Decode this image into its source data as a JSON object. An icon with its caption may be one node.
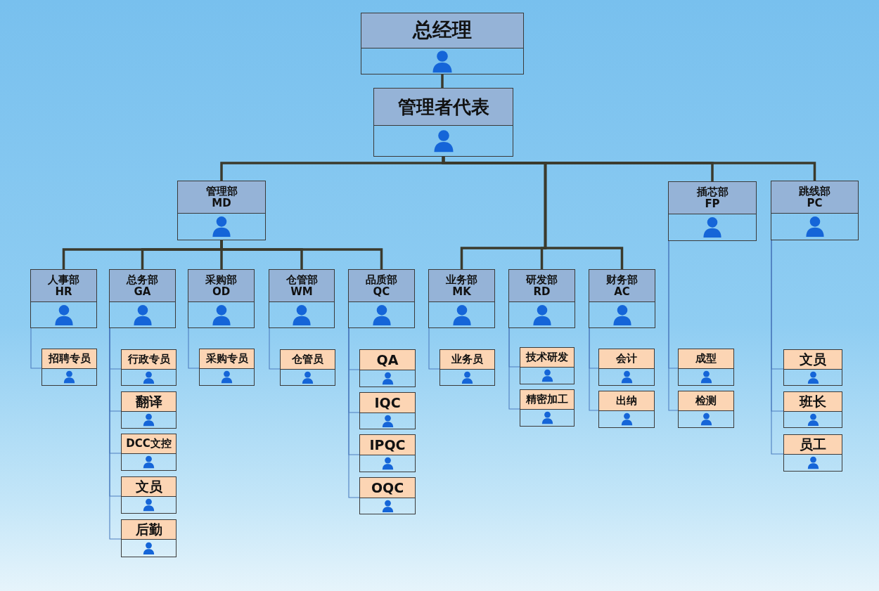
{
  "diagram": {
    "nodes": [
      {
        "text": [
          "总经理"
        ]
      },
      {
        "text": [
          "管理者代表"
        ]
      },
      {
        "text": [
          "管理部 MD"
        ]
      },
      {
        "text": [
          "插芯部 FP"
        ]
      },
      {
        "text": [
          "跳线部 PC"
        ]
      },
      {
        "text": [
          "人事部 HR"
        ]
      },
      {
        "text": [
          "总务部 GA"
        ]
      },
      {
        "text": [
          "采购部 OD"
        ]
      },
      {
        "text": [
          "仓管部 WM"
        ]
      },
      {
        "text": [
          "品质部 QC"
        ]
      },
      {
        "text": [
          "业务部 MK"
        ]
      },
      {
        "text": [
          "研发部 RD"
        ]
      },
      {
        "text": [
          "财务部 AC"
        ]
      },
      {
        "text": [
          "招聘专员"
        ]
      },
      {
        "text": [
          "行政专员"
        ]
      },
      {
        "text": [
          "翻译"
        ]
      },
      {
        "text": [
          "DCC文控"
        ]
      },
      {
        "text": [
          "文员"
        ]
      },
      {
        "text": [
          "后勤"
        ]
      },
      {
        "text": [
          "采购专员"
        ]
      },
      {
        "text": [
          "仓管员"
        ]
      },
      {
        "text": [
          "QA"
        ]
      },
      {
        "text": [
          "IQC"
        ]
      },
      {
        "text": [
          "IPQC"
        ]
      },
      {
        "text": [
          "OQC"
        ]
      },
      {
        "text": [
          "业务员"
        ]
      },
      {
        "text": [
          "技术研发"
        ]
      },
      {
        "text": [
          "精密加工"
        ]
      },
      {
        "text": [
          "会计"
        ]
      },
      {
        "text": [
          "出纳"
        ]
      },
      {
        "text": [
          "成型"
        ]
      },
      {
        "text": [
          "检测"
        ]
      },
      {
        "text": [
          "文员"
        ]
      },
      {
        "text": [
          "班长"
        ]
      },
      {
        "text": [
          "员工"
        ]
      }
    ],
    "edges": [
      {
        "from": 0,
        "to": 1,
        "arrow": "none",
        "style": "thick",
        "color": "#3b3a2c"
      },
      {
        "from": 1,
        "to": 2,
        "arrow": "none",
        "style": "thick",
        "color": "#3b3a2c"
      },
      {
        "from": 1,
        "to": 10,
        "arrow": "none",
        "style": "thick",
        "color": "#3b3a2c"
      },
      {
        "from": 1,
        "to": 11,
        "arrow": "none",
        "style": "thick",
        "color": "#3b3a2c"
      },
      {
        "from": 1,
        "to": 12,
        "arrow": "none",
        "style": "thick",
        "color": "#3b3a2c"
      },
      {
        "from": 1,
        "to": 3,
        "arrow": "none",
        "style": "thick",
        "color": "#3b3a2c"
      },
      {
        "from": 1,
        "to": 4,
        "arrow": "none",
        "style": "thick",
        "color": "#3b3a2c"
      },
      {
        "from": 2,
        "to": 5,
        "arrow": "none",
        "style": "thick",
        "color": "#3b3a2c"
      },
      {
        "from": 2,
        "to": 6,
        "arrow": "none",
        "style": "thick",
        "color": "#3b3a2c"
      },
      {
        "from": 2,
        "to": 7,
        "arrow": "none",
        "style": "thick",
        "color": "#3b3a2c"
      },
      {
        "from": 2,
        "to": 8,
        "arrow": "none",
        "style": "thick",
        "color": "#3b3a2c"
      },
      {
        "from": 2,
        "to": 9,
        "arrow": "none",
        "style": "thick",
        "color": "#3b3a2c"
      },
      {
        "from": 5,
        "to": 13,
        "arrow": "none"
      },
      {
        "from": 6,
        "to": 14,
        "arrow": "none"
      },
      {
        "from": 6,
        "to": 15,
        "arrow": "none"
      },
      {
        "from": 6,
        "to": 16,
        "arrow": "none"
      },
      {
        "from": 6,
        "to": 17,
        "arrow": "none"
      },
      {
        "from": 6,
        "to": 18,
        "arrow": "none"
      },
      {
        "from": 7,
        "to": 19,
        "arrow": "none"
      },
      {
        "from": 8,
        "to": 20,
        "arrow": "none"
      },
      {
        "from": 9,
        "to": 21,
        "arrow": "none"
      },
      {
        "from": 9,
        "to": 22,
        "arrow": "none"
      },
      {
        "from": 9,
        "to": 23,
        "arrow": "none"
      },
      {
        "from": 9,
        "to": 24,
        "arrow": "none"
      },
      {
        "from": 10,
        "to": 25,
        "arrow": "none"
      },
      {
        "from": 11,
        "to": 26,
        "arrow": "none"
      },
      {
        "from": 11,
        "to": 27,
        "arrow": "none"
      },
      {
        "from": 12,
        "to": 28,
        "arrow": "none"
      },
      {
        "from": 12,
        "to": 29,
        "arrow": "none"
      },
      {
        "from": 3,
        "to": 30,
        "arrow": "none"
      },
      {
        "from": 3,
        "to": 31,
        "arrow": "none"
      },
      {
        "from": 4,
        "to": 32,
        "arrow": "none"
      },
      {
        "from": 4,
        "to": 33,
        "arrow": "none"
      },
      {
        "from": 4,
        "to": 34,
        "arrow": "none"
      }
    ]
  }
}
